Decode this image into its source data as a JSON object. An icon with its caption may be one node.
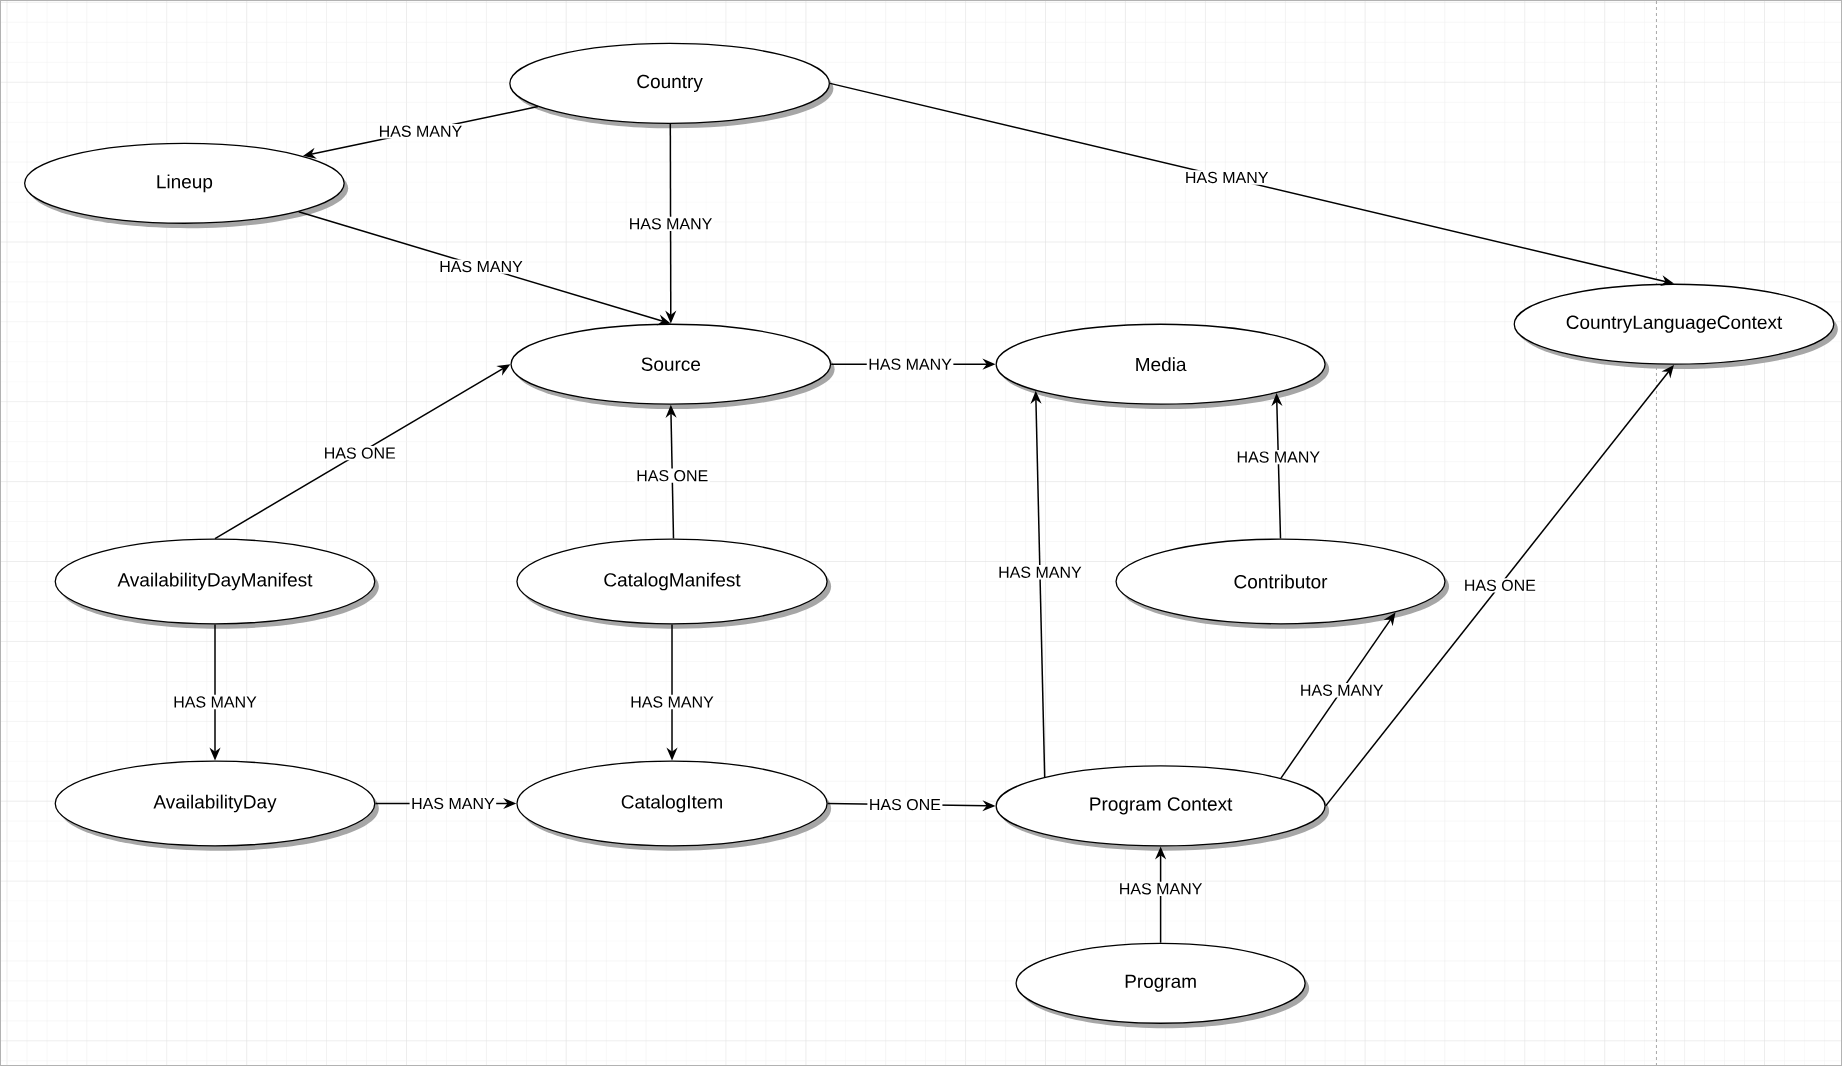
{
  "diagram": {
    "nodes": [
      {
        "text": [
          "Country"
        ]
      },
      {
        "text": [
          "Lineup"
        ]
      },
      {
        "text": [
          "Source"
        ]
      },
      {
        "text": [
          "Media"
        ]
      },
      {
        "text": [
          "CountryLanguageContext"
        ]
      },
      {
        "text": [
          "AvailabilityDayManifest"
        ]
      },
      {
        "text": [
          "CatalogManifest"
        ]
      },
      {
        "text": [
          "Contributor"
        ]
      },
      {
        "text": [
          "AvailabilityDay"
        ]
      },
      {
        "text": [
          "CatalogItem"
        ]
      },
      {
        "text": [
          "Program Context"
        ]
      },
      {
        "text": [
          "Program"
        ]
      }
    ],
    "edges": [
      {
        "from": 0,
        "to": 1,
        "arrow": "to",
        "label": "HAS MANY"
      },
      {
        "from": 0,
        "to": 2,
        "arrow": "to",
        "label": "HAS MANY"
      },
      {
        "from": 0,
        "to": 4,
        "arrow": "to",
        "label": "HAS MANY"
      },
      {
        "from": 1,
        "to": 2,
        "arrow": "to",
        "label": "HAS MANY"
      },
      {
        "from": 2,
        "to": 3,
        "arrow": "to",
        "label": "HAS MANY"
      },
      {
        "from": 5,
        "to": 2,
        "arrow": "to",
        "label": "HAS ONE"
      },
      {
        "from": 6,
        "to": 2,
        "arrow": "to",
        "label": "HAS ONE"
      },
      {
        "from": 5,
        "to": 8,
        "arrow": "to",
        "label": "HAS MANY"
      },
      {
        "from": 6,
        "to": 9,
        "arrow": "to",
        "label": "HAS MANY"
      },
      {
        "from": 8,
        "to": 9,
        "arrow": "to",
        "label": "HAS MANY"
      },
      {
        "from": 9,
        "to": 10,
        "arrow": "to",
        "label": "HAS ONE"
      },
      {
        "from": 10,
        "to": 3,
        "arrow": "to",
        "label": "HAS MANY"
      },
      {
        "from": 7,
        "to": 3,
        "arrow": "to",
        "label": "HAS MANY"
      },
      {
        "from": 10,
        "to": 7,
        "arrow": "to",
        "label": "HAS MANY"
      },
      {
        "from": 10,
        "to": 4,
        "arrow": "to",
        "label": "HAS ONE"
      },
      {
        "from": 11,
        "to": 10,
        "arrow": "to",
        "label": "HAS MANY"
      }
    ]
  }
}
